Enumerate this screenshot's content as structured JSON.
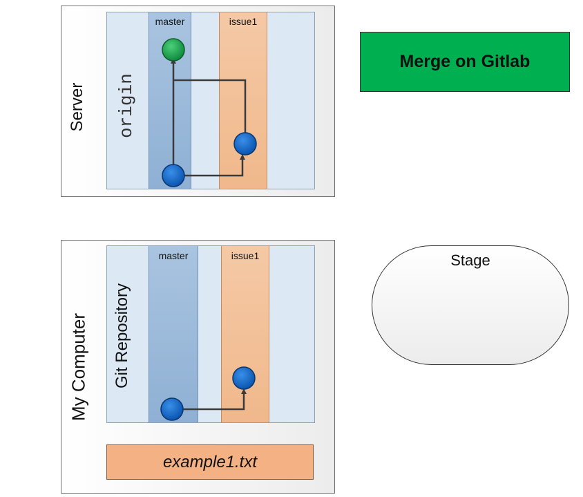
{
  "server": {
    "label": "Server",
    "repo_label": "origin",
    "branches": [
      {
        "name": "master"
      },
      {
        "name": "issue1"
      }
    ]
  },
  "local": {
    "label": "My Computer",
    "repo_label": "Git Repository",
    "branches": [
      {
        "name": "master"
      },
      {
        "name": "issue1"
      }
    ],
    "file": "example1.txt"
  },
  "actions": {
    "merge_label": "Merge on Gitlab"
  },
  "stage": {
    "label": "Stage"
  },
  "colors": {
    "merge_button": "#00b050",
    "master_lane": "#9dbbdc",
    "issue_lane": "#f4b183",
    "commit_blue": "#0a62c4",
    "commit_green": "#16a34a",
    "repo_bg": "#dce8f4"
  }
}
